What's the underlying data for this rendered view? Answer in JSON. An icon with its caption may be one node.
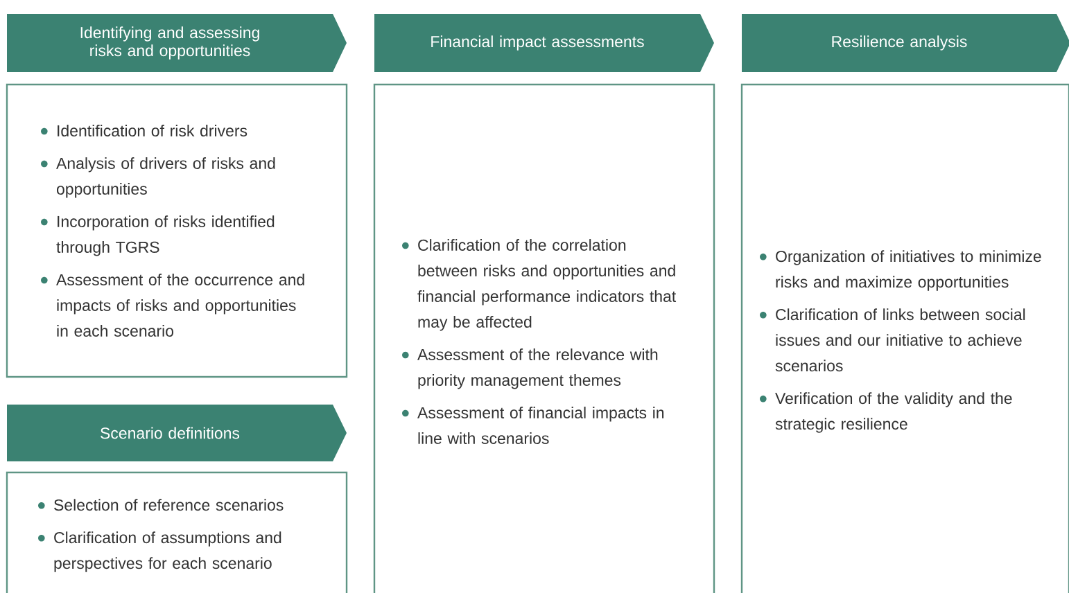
{
  "diagram": {
    "nodes": [
      {
        "text": [
          "Identifying and assessing risks and opportunities"
        ]
      },
      {
        "text": [
          "Identification of risk drivers",
          "Analysis of drivers of risks and opportunities",
          "Incorporation of risks identified through TGRS",
          "Assessment of the occurrence and impacts of risks and opportunities in each scenario"
        ]
      },
      {
        "text": [
          "Scenario definitions"
        ]
      },
      {
        "text": [
          "Selection of reference scenarios",
          "Clarification of assumptions and perspectives for each scenario"
        ]
      },
      {
        "text": [
          "Financial impact assessments"
        ]
      },
      {
        "text": [
          "Clarification of the correlation between risks and opportunities and financial performance indicators that may be affected",
          "Assessment of the relevance with priority management themes",
          "Assessment of financial impacts in line with scenarios"
        ]
      },
      {
        "text": [
          "Resilience analysis"
        ]
      },
      {
        "text": [
          "Organization of initiatives to minimize risks and maximize opportunities",
          "Clarification of links between social issues and our initiative to achieve scenarios",
          "Verification of the validity and the strategic resilience"
        ]
      }
    ]
  }
}
